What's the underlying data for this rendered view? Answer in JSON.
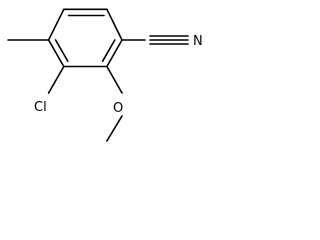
{
  "molecule": {
    "atoms": {
      "nitrogen": "N",
      "chlorine": "Cl",
      "oxygen": "O"
    },
    "colors": {
      "bond": "#000000",
      "label": "#000000",
      "background": "#ffffff"
    }
  }
}
